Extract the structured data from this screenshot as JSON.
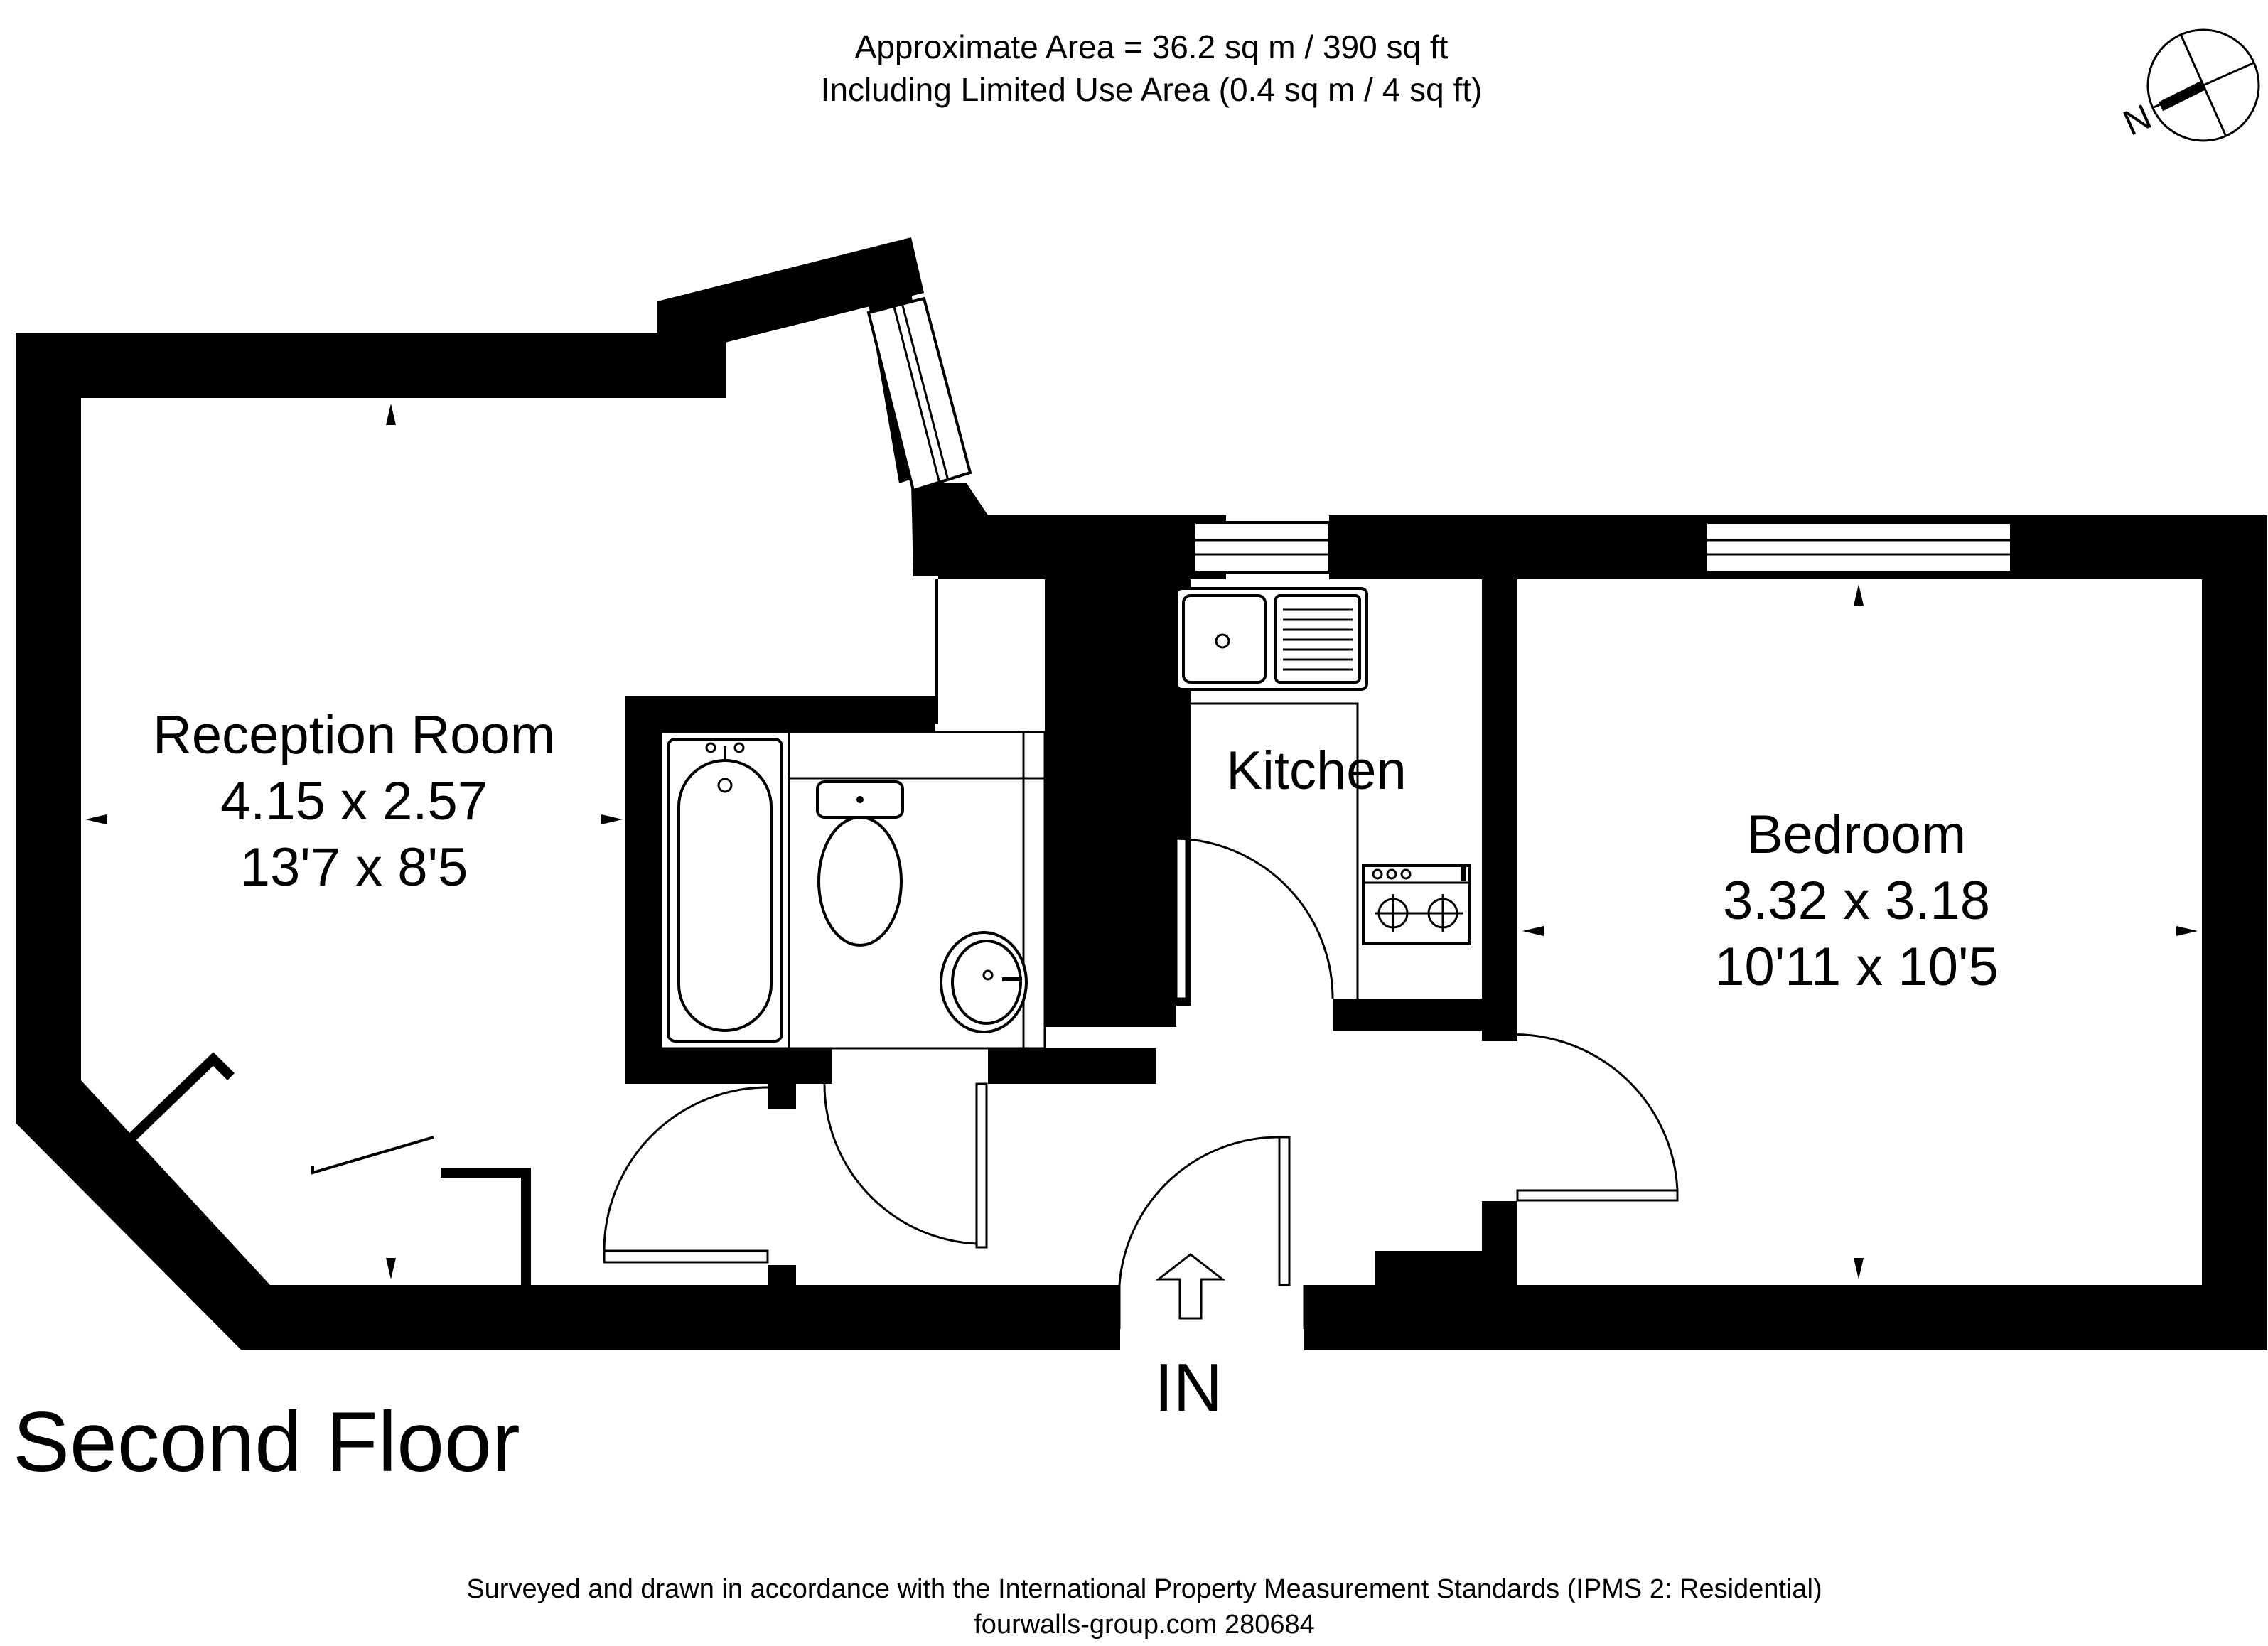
{
  "header": {
    "area_line": "Approximate  Area = 36.2 sq m / 390 sq ft",
    "limited_use_line": "Including Limited Use Area (0.4 sq m / 4 sq ft)"
  },
  "compass": {
    "north_letter": "N"
  },
  "rooms": {
    "reception": {
      "name": "Reception Room",
      "metric": "4.15 x 2.57",
      "imperial": "13'7 x 8'5"
    },
    "kitchen": {
      "name": "Kitchen"
    },
    "bedroom": {
      "name": "Bedroom",
      "metric": "3.32 x 3.18",
      "imperial": "10'11 x 10'5"
    }
  },
  "entrance": {
    "label": "IN"
  },
  "floor_label": "Second Floor",
  "footer": {
    "standards_line": "Surveyed and drawn in accordance with the International Property Measurement Standards (IPMS 2: Residential)",
    "reference_line": "fourwalls-group.com 280684"
  }
}
